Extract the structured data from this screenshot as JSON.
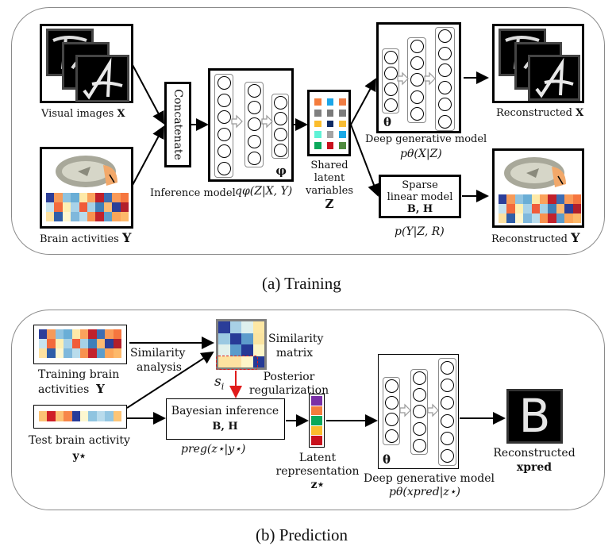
{
  "training": {
    "caption": "(a)  Training",
    "visual_images_label": "Visual images",
    "visual_images_symbol": "X",
    "brain_activities_label": "Brain  activities",
    "brain_activities_symbol": "Y",
    "concatenate_label": "Concatenate",
    "inference_model_label": "Inference model",
    "inference_formula": "qφ(Z|X, Y)",
    "phi_symbol": "φ",
    "shared_latent_label": [
      "Shared",
      "latent",
      "variables"
    ],
    "shared_latent_symbol": "Z",
    "theta_symbol": "θ",
    "deep_generative_label": "Deep generative model",
    "deep_generative_formula": "pθ(X|Z)",
    "sparse_linear_label": [
      "Sparse",
      "linear model"
    ],
    "sparse_linear_params": "B, H",
    "sparse_formula": "p(Y|Z, R)",
    "reconstructed_x_label": "Reconstructed",
    "reconstructed_x_symbol": "X",
    "reconstructed_y_label": "Reconstructed",
    "reconstructed_y_symbol": "Y"
  },
  "prediction": {
    "caption": "(b)  Prediction",
    "training_brain_label": "Training brain",
    "training_brain_label2": "activities",
    "training_brain_symbol": "Y",
    "similarity_analysis_label": [
      "Similarity",
      "analysis"
    ],
    "similarity_matrix_label": [
      "Similarity",
      "matrix"
    ],
    "posterior_reg_label": [
      "Posterior",
      "regularization"
    ],
    "s_i_symbol": "s",
    "s_i_sub": "i",
    "test_brain_label": "Test brain activity",
    "test_brain_symbol": "y⋆",
    "bayesian_label": "Bayesian inference",
    "bayesian_params": "B, H",
    "preg_formula": "preg(z⋆|y⋆)",
    "latent_rep_label": [
      "Latent",
      "representation"
    ],
    "latent_rep_symbol": "z⋆",
    "theta_symbol": "θ",
    "deep_generative_label": "Deep generative model",
    "deep_generative_formula": "pθ(xpred|z⋆)",
    "reconstructed_label": "Reconstructed",
    "reconstructed_symbol": "xpred",
    "digit_glyph": "B"
  },
  "digits": {
    "front": "A",
    "middle": "?",
    "back": "T"
  },
  "colors": {
    "brain_grid": [
      [
        "#2c3e99",
        "#f59a5a",
        "#8fc3e0",
        "#6aaed6",
        "#fde9a8",
        "#fba25c",
        "#c0202b",
        "#3d6db3",
        "#fa9a58",
        "#f6763f"
      ],
      [
        "#c7e3ef",
        "#f26a3c",
        "#fdefb2",
        "#a8d2e8",
        "#f05c3a",
        "#a6d1e6",
        "#3f7fb9",
        "#fcba72",
        "#2b3f99",
        "#b21f2b"
      ],
      [
        "#fde1a0",
        "#2f5ea8",
        "#fef6cf",
        "#7fb8dc",
        "#b9dcec",
        "#f8914e",
        "#c2222c",
        "#5c9dcc",
        "#fca65a",
        "#fdb96a"
      ]
    ],
    "latent_z": [
      [
        "#f47c3c",
        "#1ca6e8",
        "#ef7d44"
      ],
      [
        "#7f7f7f",
        "#7a7a7a",
        "#7c7c7c"
      ],
      [
        "#fbbd2d",
        "#0e2a64",
        "#f8bd35"
      ],
      [
        "#5ff2d6",
        "#a4a4a4",
        "#1ba9e6"
      ],
      [
        "#0aa85a",
        "#c8111c",
        "#4f8a3e"
      ]
    ],
    "similarity_matrix": [
      [
        "#2a3d99",
        "#a8d0e6",
        "#dff0ee",
        "#fde7a4"
      ],
      [
        "#9cc9e2",
        "#273b97",
        "#5d9ccc",
        "#fbe4a0"
      ],
      [
        "#e2f1ec",
        "#5a9bcb",
        "#253a96",
        "#fdf5c6"
      ],
      [
        "#fde3a0",
        "#fde2a2",
        "#fef6c8",
        "#253a96"
      ]
    ],
    "test_brain": [
      "#fcc275",
      "#cf1f28",
      "#fcc275",
      "#f7864a",
      "#283c9a",
      "#fdf7d0",
      "#8fc4e0",
      "#b8dbec",
      "#93c6e2",
      "#fdc577"
    ],
    "latent_star": [
      "#7a2fa6",
      "#f47c3c",
      "#0aa85a",
      "#fbbd2d",
      "#c8111c"
    ],
    "panel_border": "#8a8a8a",
    "red_arrow": "#e01b1b"
  }
}
